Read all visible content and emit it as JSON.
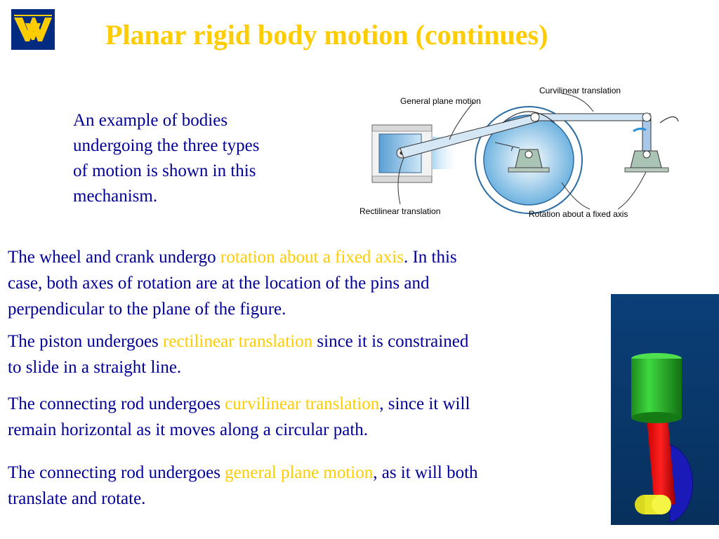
{
  "title": "Planar rigid body motion (continues)",
  "intro": [
    "An example of bodies",
    "undergoing the three types",
    "of motion is shown in this",
    "mechanism."
  ],
  "figure": {
    "label_general": "General plane motion",
    "label_curvilinear": "Curvilinear translation",
    "label_rectilinear": "Rectilinear translation",
    "label_rotation": "Rotation about a fixed axis",
    "label_r": "r"
  },
  "paragraphs": {
    "p1": {
      "line1_a": "The wheel and crank undergo ",
      "line1_hl": "rotation about a fixed axis",
      "line1_b": ".  In this",
      "line2": "case, both axes of rotation are at the location of the pins and",
      "line3": "perpendicular to the plane of the figure."
    },
    "p2": {
      "line1_a": "The piston undergoes ",
      "line1_hl": "rectilinear translation",
      "line1_b": " since it is constrained",
      "line2": "to slide in a straight line."
    },
    "p3": {
      "line1_a": "The connecting rod undergoes ",
      "line1_hl": "curvilinear translation",
      "line1_b": ", since it will",
      "line2": "remain horizontal as it moves along a circular path."
    },
    "p4": {
      "line1_a": "The connecting rod undergoes ",
      "line1_hl": "general plane motion",
      "line1_b": ", as it will both",
      "line2": "translate and rotate."
    }
  },
  "colors": {
    "text": "#000099",
    "highlight": "#ffcc00",
    "logo_bg": "#002b80",
    "logo_mark": "#ffcc00",
    "animation_bg": "#0a3a6e"
  },
  "icons": {
    "logo": "wv-flying-wv-logo-icon"
  }
}
